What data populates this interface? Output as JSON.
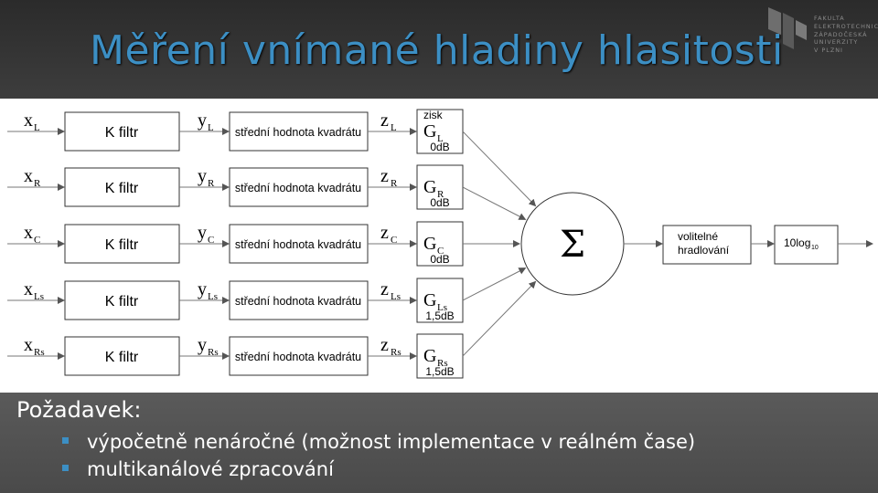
{
  "title": "Měření vnímané hladiny hlasitosti",
  "logo": {
    "lines": [
      "FAKULTA",
      "ELEKTROTECHNICKÁ",
      "ZÁPADOČESKÁ",
      "UNIVERZITY",
      "V PLZNI"
    ]
  },
  "diagram": {
    "channels": [
      {
        "x": "x",
        "x_sub": "L",
        "filter": "K filtr",
        "y": "y",
        "y_sub": "L",
        "ms": "střední hodnota kvadrátu",
        "z": "z",
        "z_sub": "L",
        "gain_label": "zisk",
        "g": "G",
        "g_sub": "L",
        "gain": "0dB"
      },
      {
        "x": "x",
        "x_sub": "R",
        "filter": "K filtr",
        "y": "y",
        "y_sub": "R",
        "ms": "střední hodnota kvadrátu",
        "z": "z",
        "z_sub": "R",
        "gain_label": "",
        "g": "G",
        "g_sub": "R",
        "gain": "0dB"
      },
      {
        "x": "x",
        "x_sub": "C",
        "filter": "K filtr",
        "y": "y",
        "y_sub": "C",
        "ms": "střední hodnota kvadrátu",
        "z": "z",
        "z_sub": "C",
        "gain_label": "",
        "g": "G",
        "g_sub": "C",
        "gain": "0dB"
      },
      {
        "x": "x",
        "x_sub": "Ls",
        "filter": "K filtr",
        "y": "y",
        "y_sub": "Ls",
        "ms": "střední hodnota kvadrátu",
        "z": "z",
        "z_sub": "Ls",
        "gain_label": "",
        "g": "G",
        "g_sub": "Ls",
        "gain": "1,5dB"
      },
      {
        "x": "x",
        "x_sub": "Rs",
        "filter": "K filtr",
        "y": "y",
        "y_sub": "Rs",
        "ms": "střední hodnota kvadrátu",
        "z": "z",
        "z_sub": "Rs",
        "gain_label": "",
        "g": "G",
        "g_sub": "Rs",
        "gain": "1,5dB"
      }
    ],
    "sum_symbol": "Σ",
    "gating_line1": "volitelné",
    "gating_line2": "hradlování",
    "log_main": "10log",
    "log_sub": "10"
  },
  "requirements": {
    "heading": "Požadavek:",
    "items": [
      "výpočetně nenáročné (možnost implementace v reálném čase)",
      "multikanálové zpracování"
    ]
  },
  "colors": {
    "title": "#3c8fc4",
    "bullet": "#3c8fc4"
  }
}
